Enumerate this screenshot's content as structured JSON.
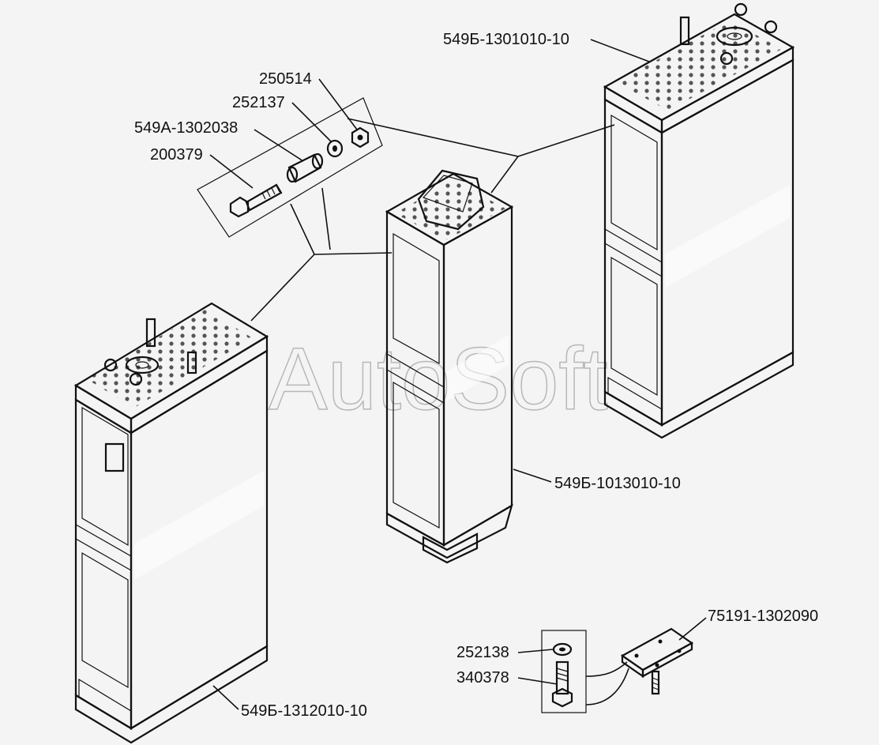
{
  "watermark": "AutoSoft",
  "labels": {
    "radiator_right": "549Б-1301010-10",
    "radiator_middle": "549Б-1013010-10",
    "radiator_left": "549Б-1312010-10",
    "nut": "250514",
    "washer_top": "252137",
    "sleeve": "549А-1302038",
    "bolt_top": "200379",
    "washer_bottom": "252138",
    "bolt_bottom": "340378",
    "plate": "75191-1302090"
  },
  "colors": {
    "ink": "#111111",
    "paper": "#f4f4f4",
    "watermark": "#b8b8b8"
  }
}
